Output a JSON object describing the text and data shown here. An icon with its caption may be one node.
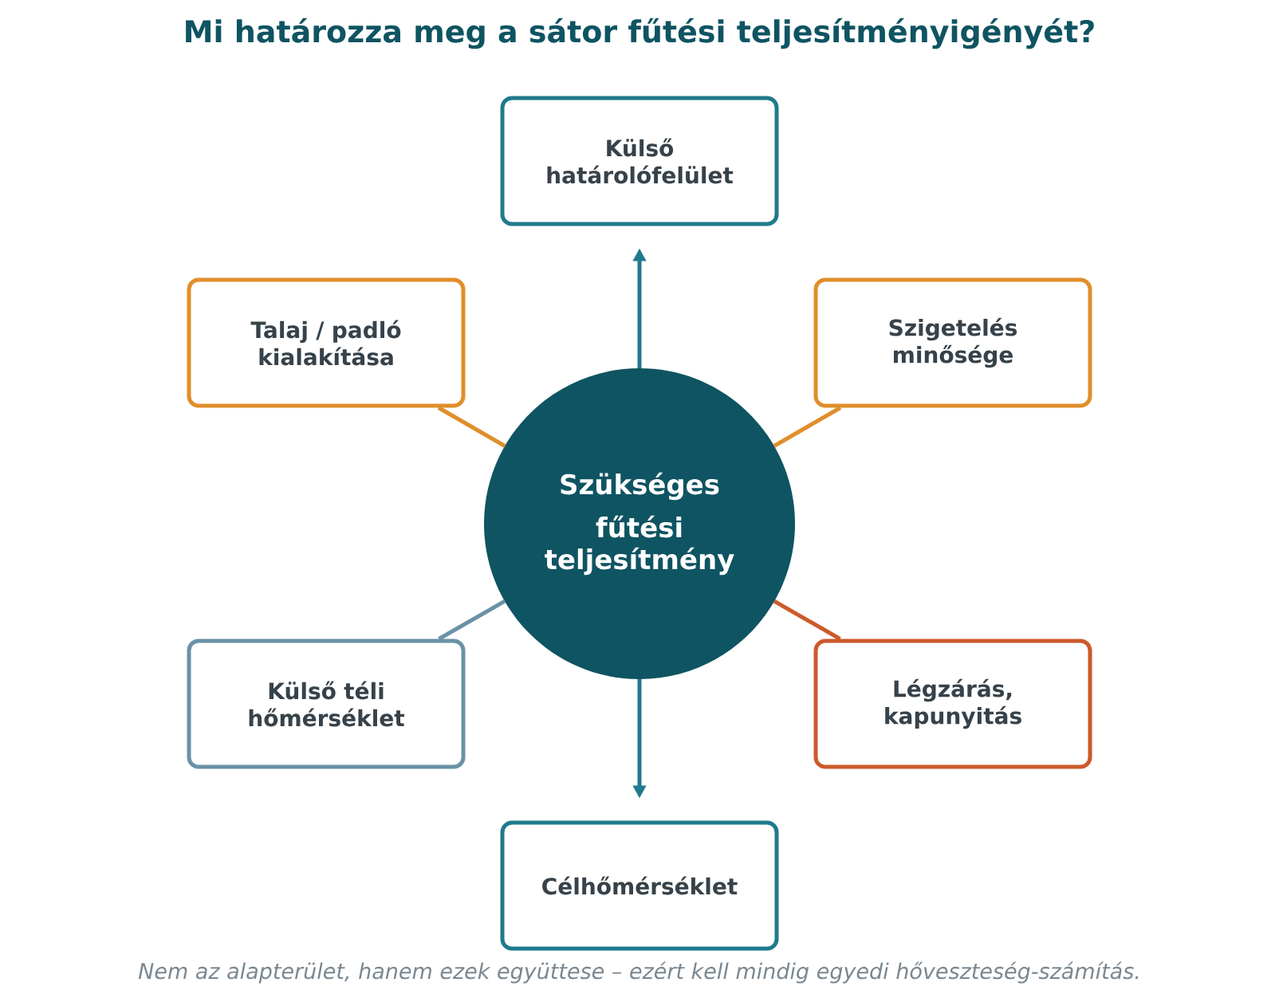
{
  "diagram": {
    "title": "Mi határozza meg a sátor fűtési teljesítményigényét?",
    "caption": "Nem az alapterület, hanem ezek együttese – ezért kell mindig egyedi hőveszteség-számítás.",
    "nodes": [
      {
        "text": [
          "Külső határolófelület"
        ]
      },
      {
        "text": [
          "Talaj / padló kialakítása"
        ]
      },
      {
        "text": [
          "Szigetelés minősége"
        ]
      },
      {
        "text": [
          "Szükséges",
          "fűtési teljesítmény"
        ]
      },
      {
        "text": [
          "Külső téli hőmérséklet"
        ]
      },
      {
        "text": [
          "Légzárás, kapunyitás"
        ]
      },
      {
        "text": [
          "Célhőmérséklet"
        ]
      }
    ],
    "edges": [
      {
        "from": 3,
        "to": 0,
        "arrow": "to",
        "color": "#1f7a8c"
      },
      {
        "from": 1,
        "to": 3,
        "arrow": "none",
        "color": "#e08e2b"
      },
      {
        "from": 2,
        "to": 3,
        "arrow": "none",
        "color": "#e08e2b"
      },
      {
        "from": 4,
        "to": 3,
        "arrow": "none",
        "color": "#6a92a6"
      },
      {
        "from": 5,
        "to": 3,
        "arrow": "none",
        "color": "#cc5a2a"
      },
      {
        "from": 3,
        "to": 6,
        "arrow": "to",
        "color": "#1f7a8c"
      }
    ]
  }
}
